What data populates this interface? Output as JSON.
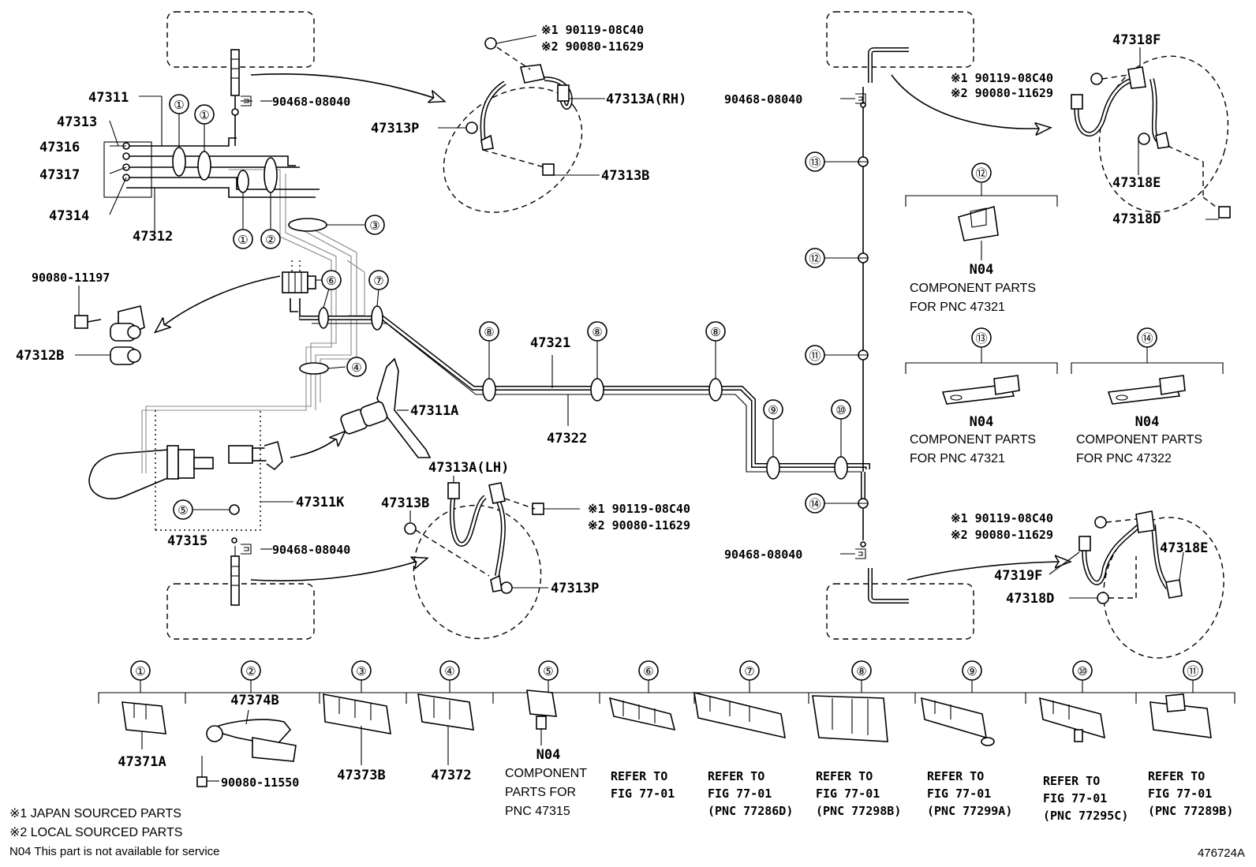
{
  "diagram_id": "476724A",
  "part_labels": {
    "l47311": "47311",
    "l47313": "47313",
    "l47316": "47316",
    "l47317": "47317",
    "l47314": "47314",
    "l47312": "47312",
    "l90468_tl": "90468-08040",
    "l47313A_rh": "47313A(RH)",
    "l47313P_top": "47313P",
    "l47313B_top": "47313B",
    "l90080_11197": "90080-11197",
    "l47312B": "47312B",
    "l47311A": "47311A",
    "l47321": "47321",
    "l47322": "47322",
    "l47313A_lh": "47313A(LH)",
    "l47313B_bot": "47313B",
    "l47311K": "47311K",
    "l47315": "47315",
    "l90468_bl": "90468-08040",
    "l47313P_bot": "47313P",
    "l90468_tr": "90468-08040",
    "l90468_br": "90468-08040",
    "l47318F": "47318F",
    "l47318E_top": "47318E",
    "l47318D_top": "47318D",
    "l47318E_bot": "47318E",
    "l47319F": "47319F",
    "l47318D_bot": "47318D"
  },
  "fastener_notes": {
    "rh_front_1": "※1 90119-08C40",
    "rh_front_2": "※2 90080-11629",
    "rh_rear_1": "※1 90119-08C40",
    "rh_rear_2": "※2 90080-11629",
    "lh_front_1": "※1 90119-08C40",
    "lh_front_2": "※2 90080-11629",
    "lh_rear_1": "※1 90119-08C40",
    "lh_rear_2": "※2 90080-11629"
  },
  "callouts": {
    "c1a": "①",
    "c1b": "①",
    "c1c": "①",
    "c2": "②",
    "c3": "③",
    "c4": "④",
    "c5": "⑤",
    "c6": "⑥",
    "c7": "⑦",
    "c8a": "⑧",
    "c8b": "⑧",
    "c8c": "⑧",
    "c9": "⑨",
    "c10": "⑩",
    "c11": "⑪",
    "c12": "⑫",
    "c13": "⑬",
    "c14": "⑭"
  },
  "clip_panel": {
    "c12": {
      "num": "⑫",
      "code": "N04",
      "line1": "COMPONENT PARTS",
      "line2": "FOR PNC 47321"
    },
    "c13": {
      "num": "⑬",
      "code": "N04",
      "line1": "COMPONENT PARTS",
      "line2": "FOR PNC 47321"
    },
    "c14": {
      "num": "⑭",
      "code": "N04",
      "line1": "COMPONENT PARTS",
      "line2": "FOR PNC 47322"
    }
  },
  "bottom_table": [
    {
      "num": "①",
      "lines": [
        "47371A"
      ]
    },
    {
      "num": "②",
      "lines": [
        "47374B"
      ],
      "extra": "90080-11550"
    },
    {
      "num": "③",
      "lines": [
        "47373B"
      ]
    },
    {
      "num": "④",
      "lines": [
        "47372"
      ]
    },
    {
      "num": "⑤",
      "code": "N04",
      "lines": [
        "COMPONENT",
        "PARTS FOR",
        "PNC 47315"
      ]
    },
    {
      "num": "⑥",
      "lines": [
        "REFER TO",
        "FIG 77-01"
      ]
    },
    {
      "num": "⑦",
      "lines": [
        "REFER TO",
        "FIG 77-01",
        "(PNC 77286D)"
      ]
    },
    {
      "num": "⑧",
      "lines": [
        "REFER TO",
        "FIG 77-01",
        "(PNC 77298B)"
      ]
    },
    {
      "num": "⑨",
      "lines": [
        "REFER TO",
        "FIG 77-01",
        "(PNC 77299A)"
      ]
    },
    {
      "num": "⑩",
      "lines": [
        "REFER TO",
        "FIG 77-01",
        "(PNC 77295C)"
      ]
    },
    {
      "num": "⑪",
      "lines": [
        "REFER TO",
        "FIG 77-01",
        "(PNC 77289B)"
      ]
    }
  ],
  "legend": {
    "l1": "※1 JAPAN SOURCED PARTS",
    "l2": "※2 LOCAL SOURCED PARTS",
    "l3": "N04 This part is not available for service"
  }
}
